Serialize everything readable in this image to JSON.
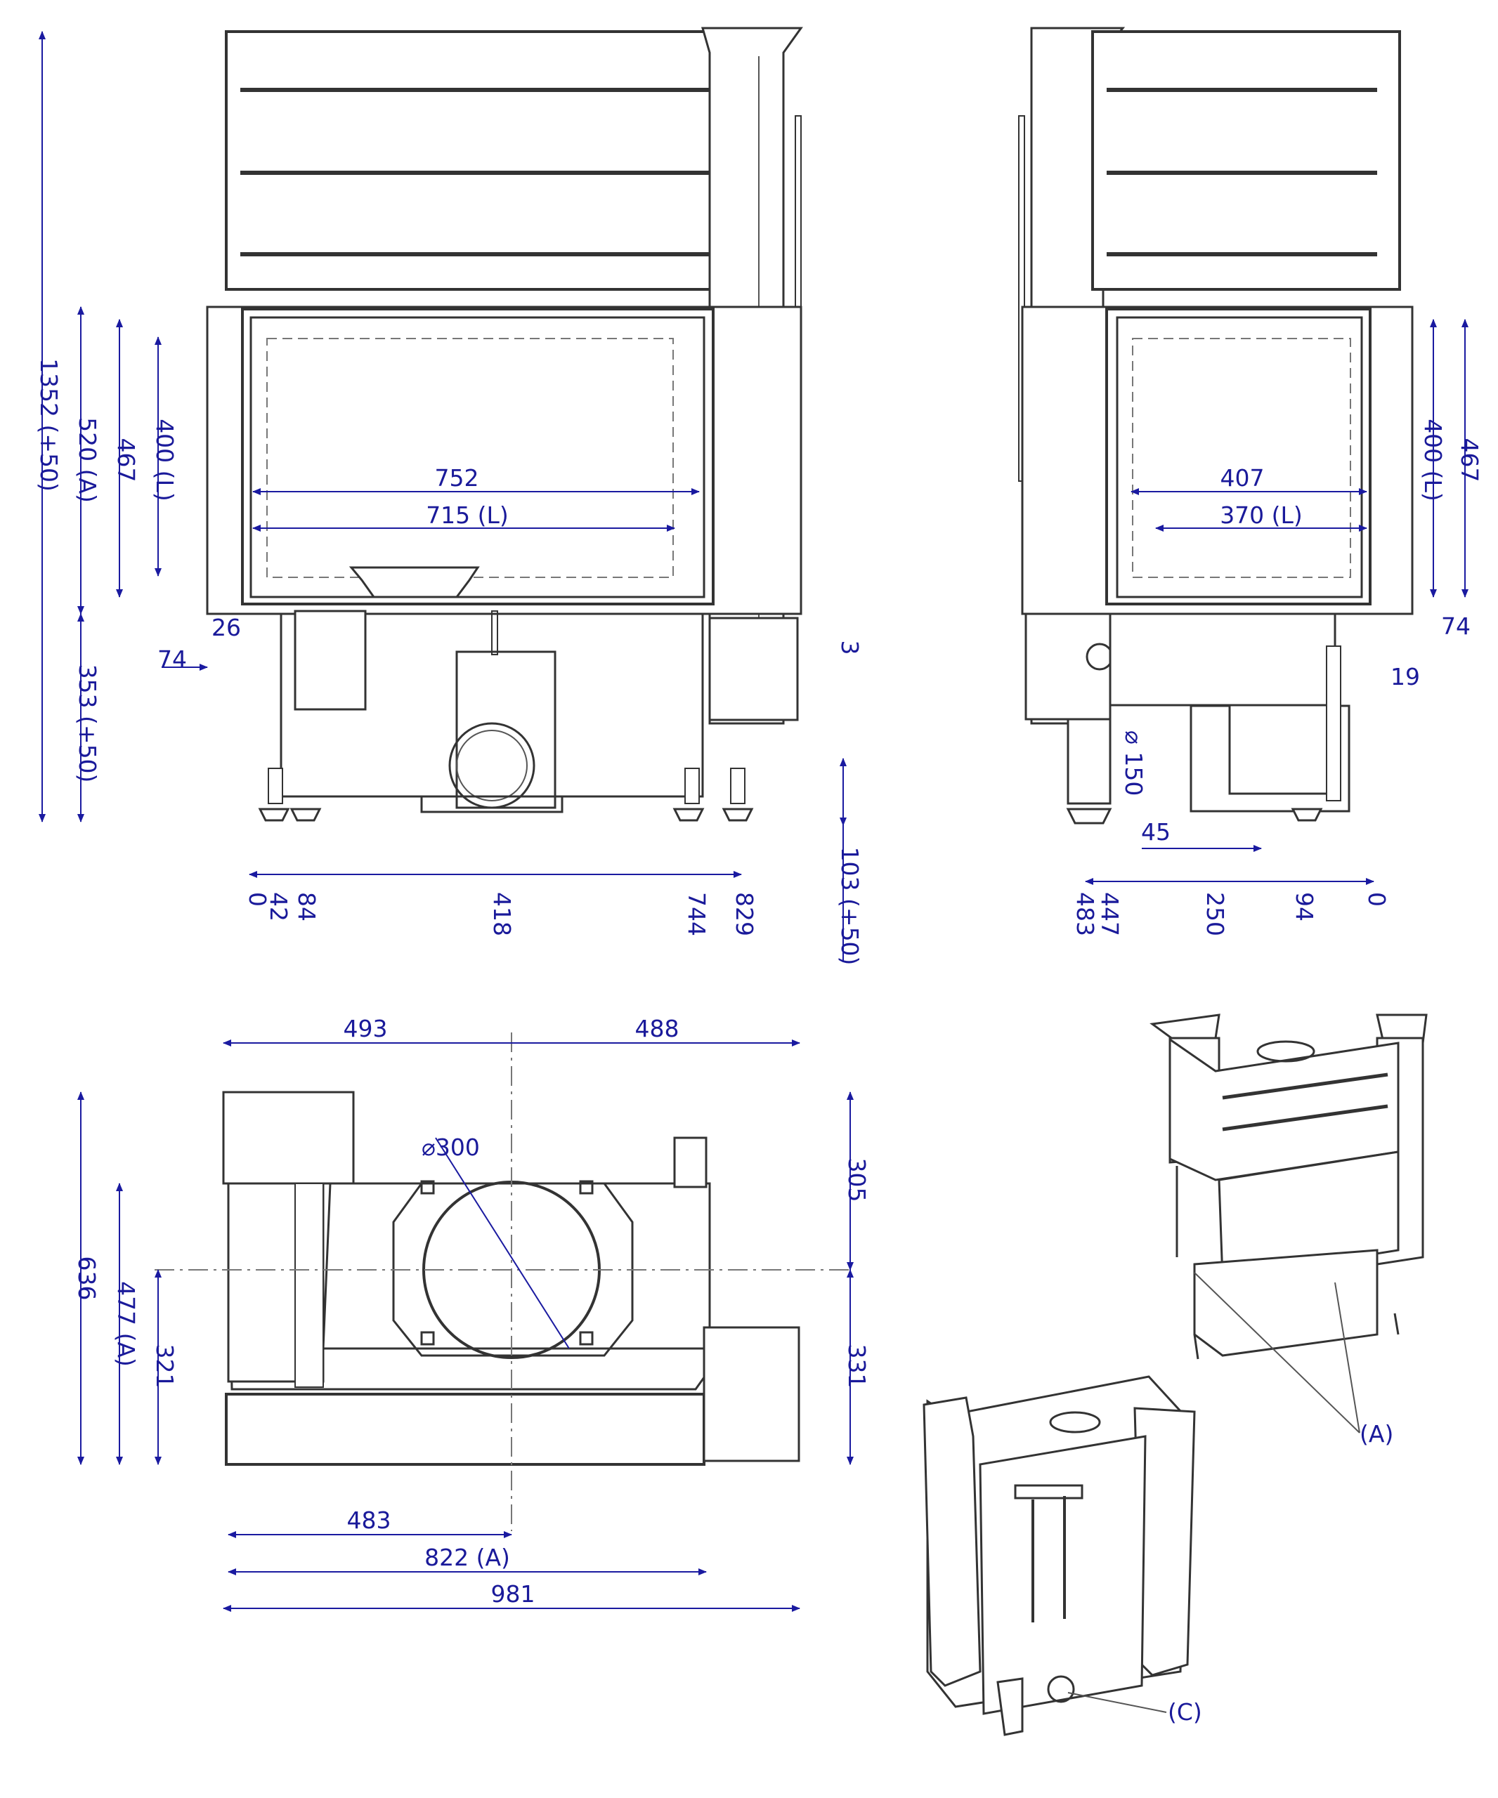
{
  "colors": {
    "dimension": "#1a1a9a",
    "outline": "#333333",
    "background": "#ffffff"
  },
  "front_view": {
    "height_total": "1352 (+50)",
    "height_window": "520 (A)",
    "height_glass": "467",
    "height_glass_l": "400 (L)",
    "width_glass": "752",
    "width_glass_l": "715 (L)",
    "left_offset": "26",
    "left_step": "74",
    "base_height": "353 (+50)",
    "gap": "3",
    "leg_height": "103 (+50)",
    "x_positions": [
      "0",
      "42",
      "84",
      "418",
      "744",
      "829"
    ]
  },
  "side_view": {
    "height_glass": "467",
    "height_glass_l": "400 (L)",
    "width_glass": "407",
    "width_glass_l": "370 (L)",
    "right_step": "74",
    "right_offset": "19",
    "flue_diameter": "⌀ 150",
    "flue_offset": "45",
    "x_positions": [
      "483",
      "447",
      "250",
      "94",
      "0"
    ]
  },
  "top_view": {
    "width_left": "493",
    "width_right": "488",
    "depth_total": "636",
    "depth_window": "477 (A)",
    "depth_center": "321",
    "depth_back": "305",
    "depth_front": "331",
    "flue_diameter": "⌀300",
    "center_offset": "483",
    "width_window": "822 (A)",
    "width_total": "981"
  },
  "iso_labels": {
    "label_a": "(A)",
    "label_c": "(C)"
  }
}
